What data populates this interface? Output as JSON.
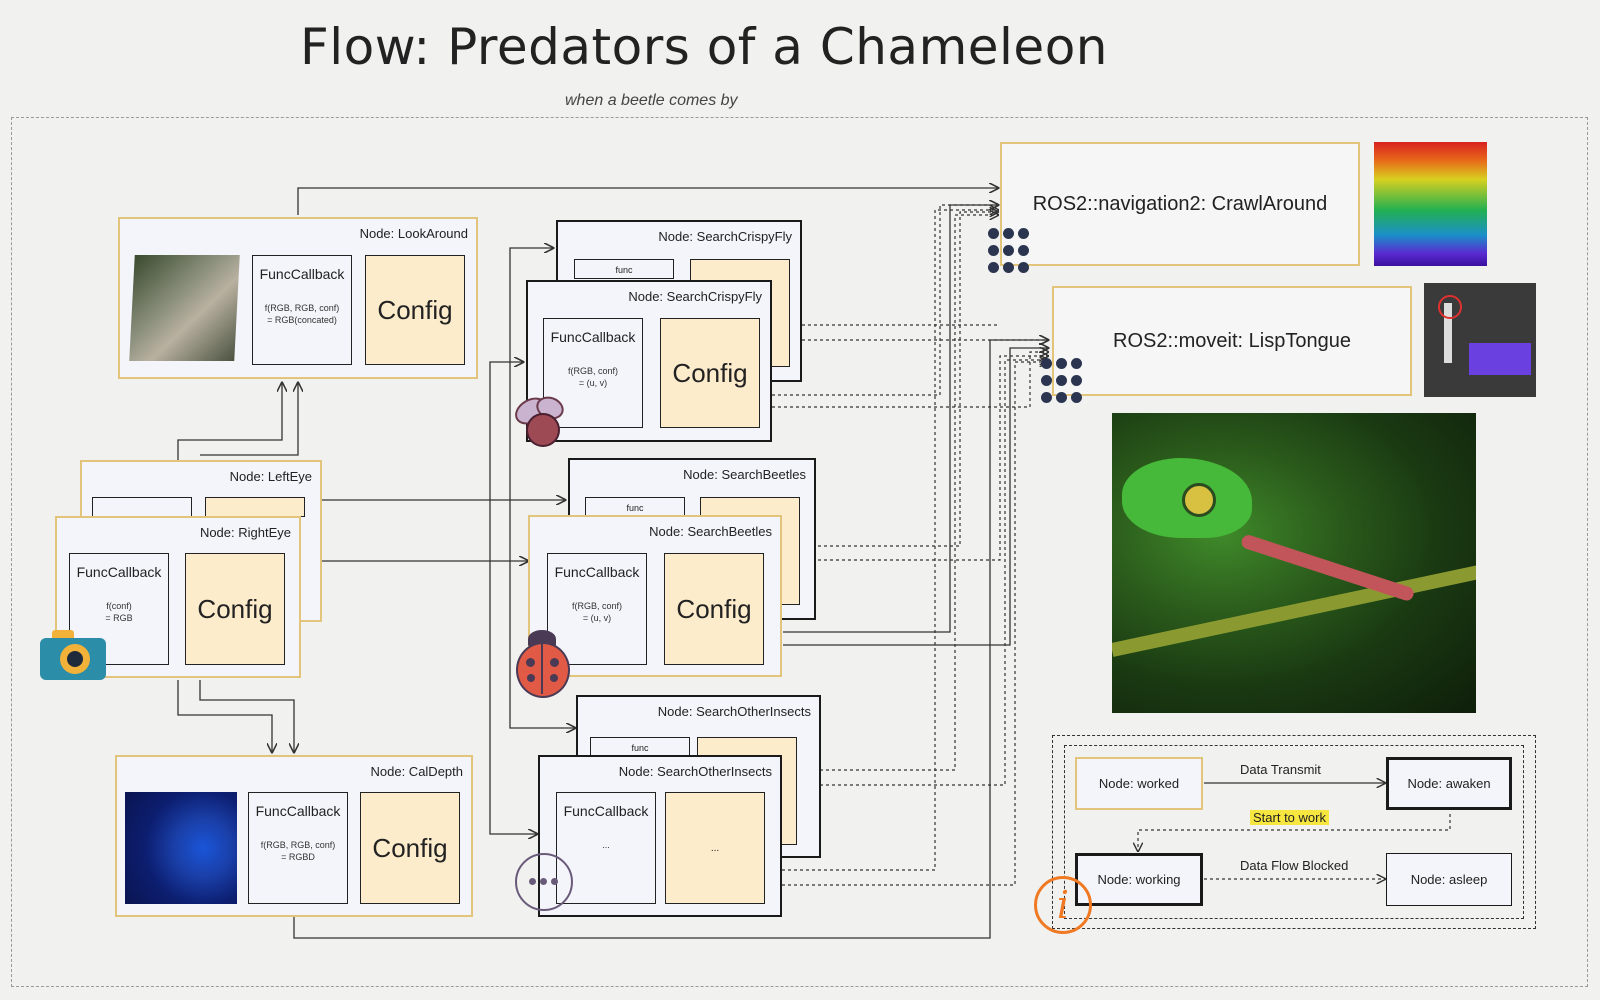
{
  "title": "Flow: Predators of a Chameleon",
  "subtitle": "when a beetle comes by",
  "nodes": {
    "lookaround": {
      "title": "Node: LookAround",
      "func": "FuncCallback",
      "formula1": "f(RGB, RGB, conf)",
      "formula2": "= RGB(concated)",
      "config": "Config"
    },
    "lefteye": {
      "title": "Node: LeftEye"
    },
    "righteye": {
      "title": "Node: RightEye",
      "func": "FuncCallback",
      "formula1": "f(conf)",
      "formula2": "= RGB",
      "config": "Config"
    },
    "caldepth": {
      "title": "Node: CalDepth",
      "func": "FuncCallback",
      "formula1": "f(RGB, RGB, conf)",
      "formula2": "= RGBD",
      "config": "Config"
    },
    "crispy_back": {
      "title": "Node: SearchCrispyFly",
      "func": "func"
    },
    "crispy": {
      "title": "Node: SearchCrispyFly",
      "func": "FuncCallback",
      "formula1": "f(RGB, conf)",
      "formula2": "= (u, v)",
      "config": "Config"
    },
    "beetles_back": {
      "title": "Node: SearchBeetles",
      "func": "func"
    },
    "beetles": {
      "title": "Node: SearchBeetles",
      "func": "FuncCallback",
      "formula1": "f(RGB, conf)",
      "formula2": "= (u, v)",
      "config": "Config"
    },
    "other_back": {
      "title": "Node: SearchOtherInsects",
      "func": "func"
    },
    "other": {
      "title": "Node: SearchOtherInsects",
      "func": "FuncCallback",
      "formula1": "...",
      "config": "..."
    }
  },
  "ros": {
    "nav": "ROS2::navigation2: CrawlAround",
    "moveit": "ROS2::moveit: LispTongue"
  },
  "legend": {
    "worked": "Node: worked",
    "awaken": "Node: awaken",
    "working": "Node: working",
    "asleep": "Node: asleep",
    "transmit": "Data Transmit",
    "start": "Start to work",
    "blocked": "Data Flow Blocked"
  },
  "colors": {
    "accent_border": "#e2c47a",
    "config_fill": "#fdeccb",
    "node_fill": "#f4f5fb",
    "highlight": "#f7e640",
    "info_icon": "#f07a24"
  }
}
